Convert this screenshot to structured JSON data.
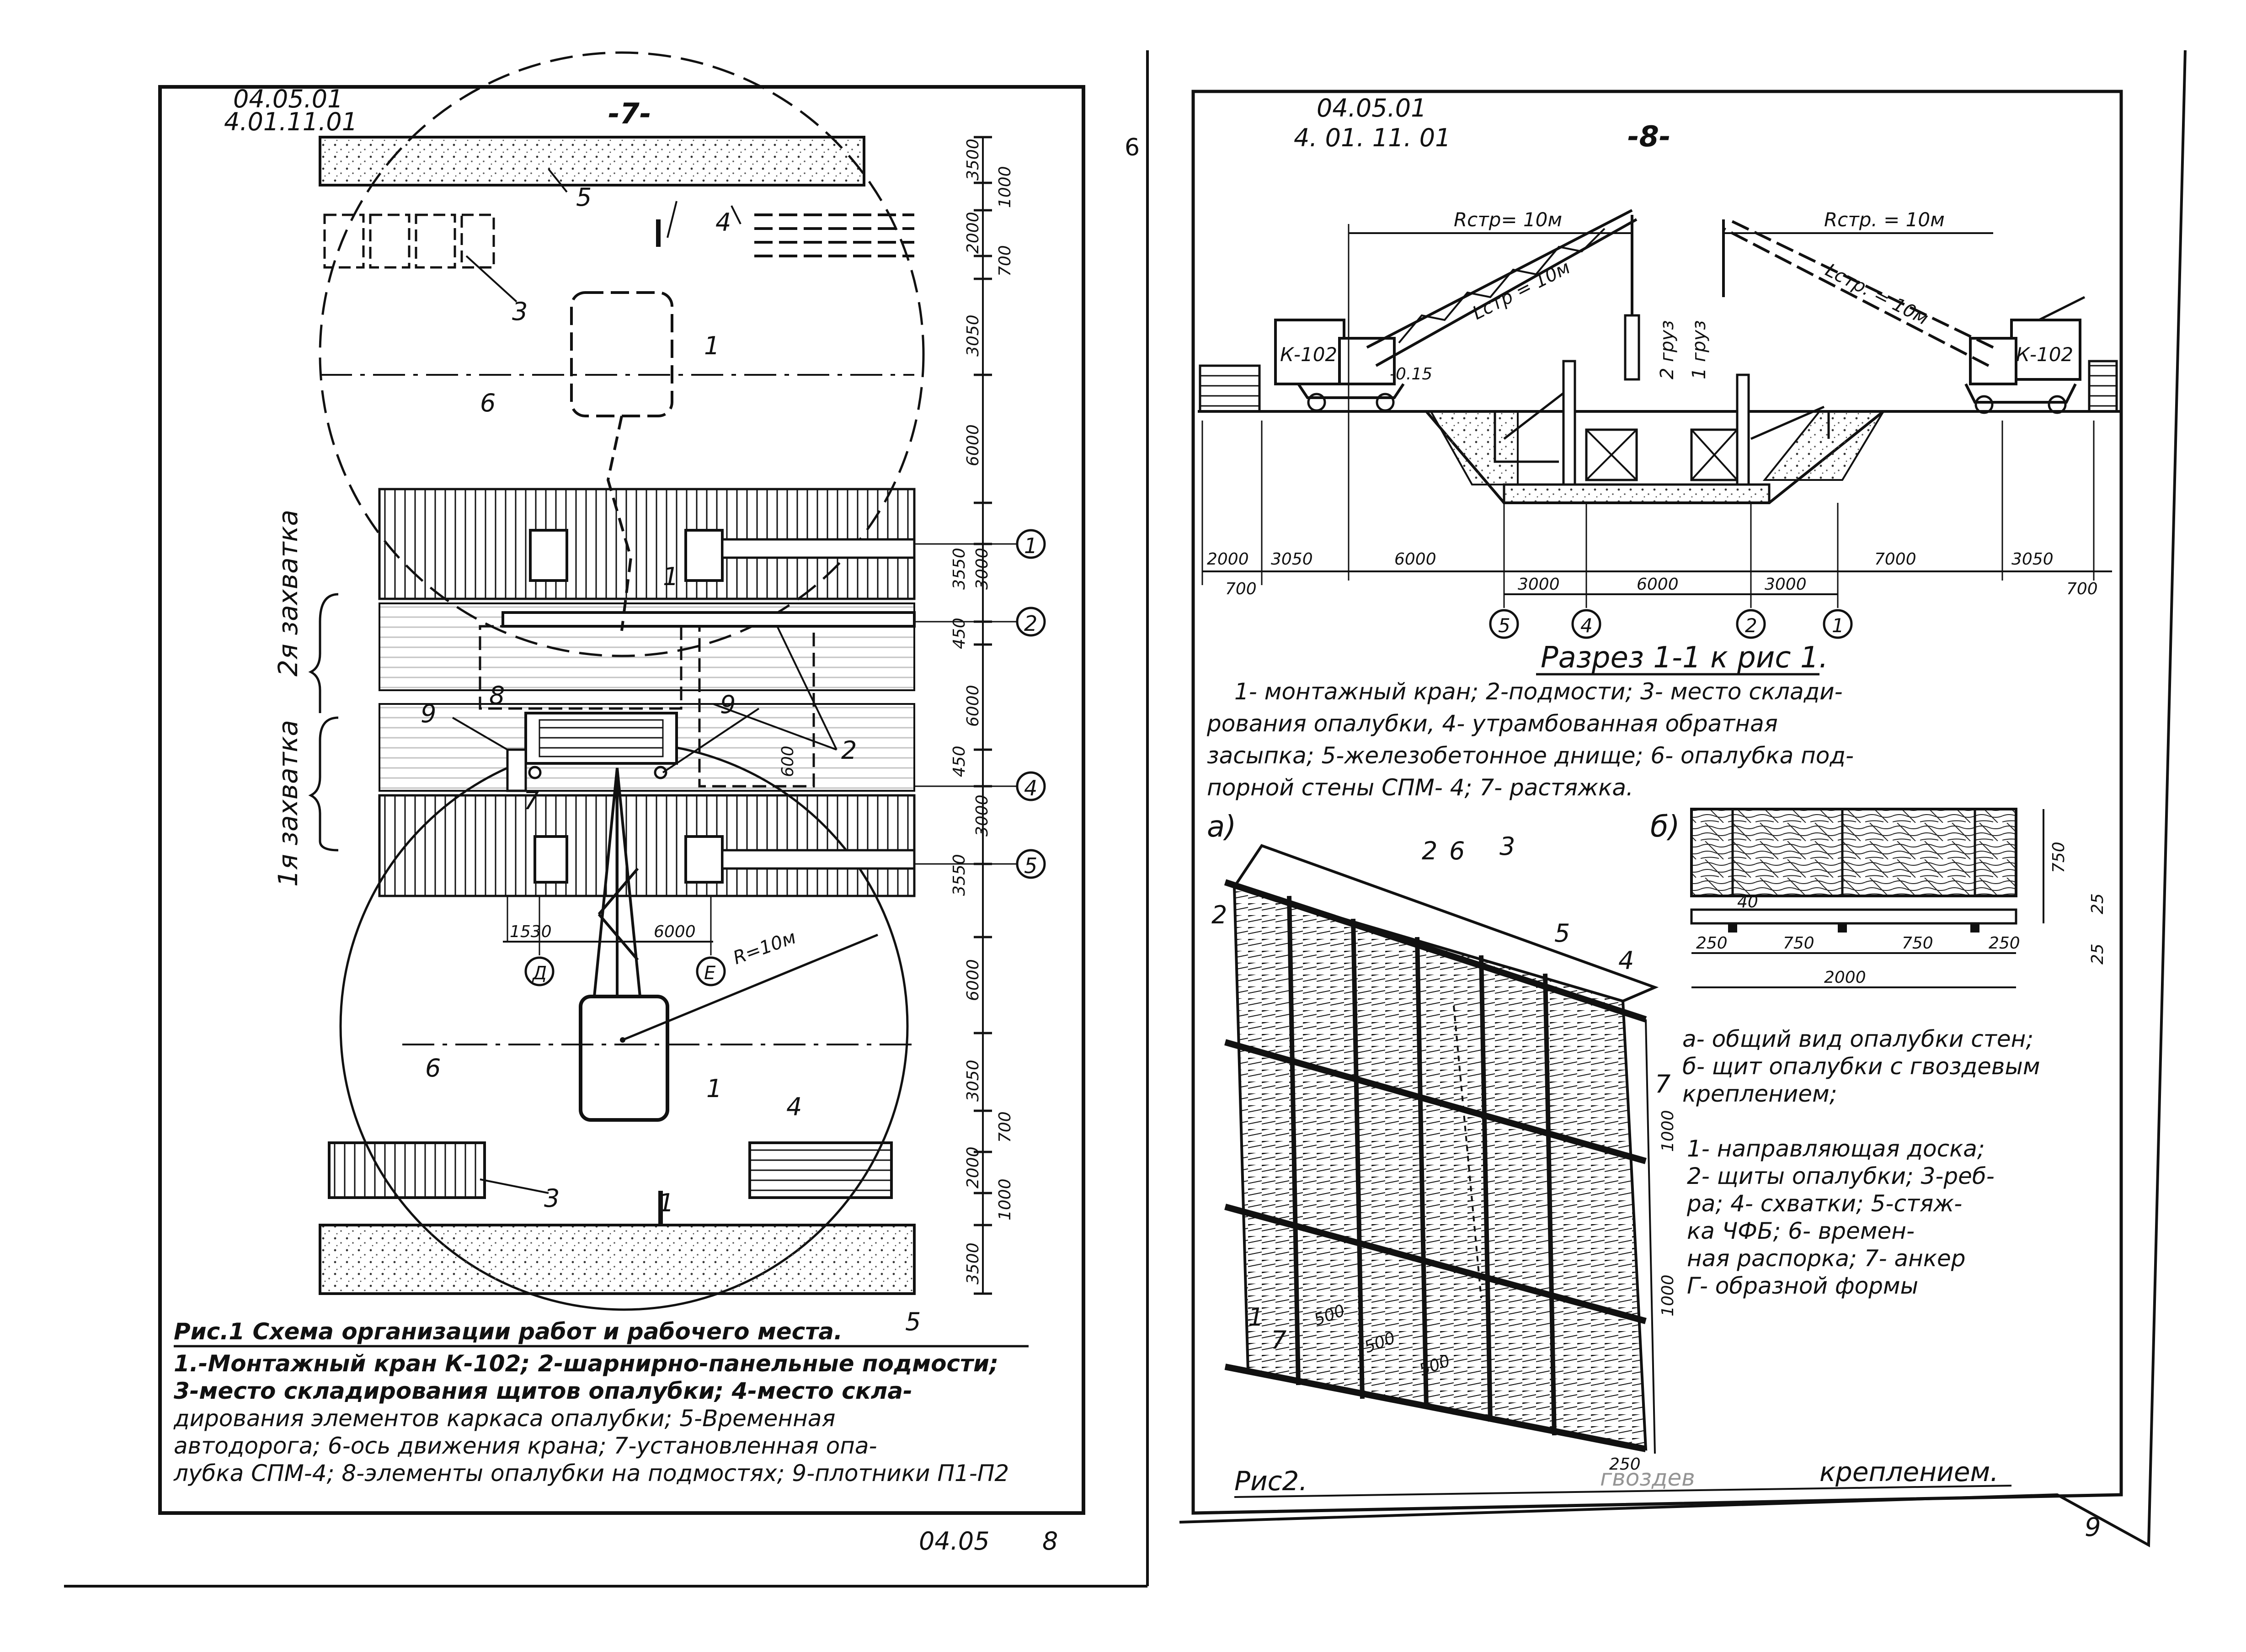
{
  "margin_number": "6",
  "left_page": {
    "code1": "04.05.01",
    "code2": "4.01.11.01",
    "page_no": "-7-",
    "footer_code": "04.05",
    "footer_page": "8",
    "zone2": "2я захватка",
    "zone1": "1я захватка",
    "radius": "R=10м",
    "dims_right": [
      "3500",
      "1000",
      "2000",
      "700",
      "3050",
      "6000",
      "3550",
      "3000",
      "450",
      "6000",
      "450",
      "3000",
      "3550",
      "6000",
      "3050",
      "700",
      "2000",
      "1000",
      "3500"
    ],
    "dims_bottom": [
      "1530",
      "6000"
    ],
    "axes": [
      "1",
      "2",
      "4",
      "5"
    ],
    "axes_bottom": [
      "Д",
      "Е"
    ],
    "small_dim": "600",
    "callouts": [
      "1",
      "1",
      "2",
      "3",
      "3",
      "4",
      "4",
      "5",
      "5",
      "6",
      "6",
      "7",
      "8",
      "9",
      "9",
      "1",
      "1"
    ],
    "caption": [
      "Рис.1 Схема организации работ и рабочего места.",
      "1.-Монтажный кран К-102; 2-шарнирно-панельные подмости;",
      "3-место складирования щитов опалубки; 4-место скла-",
      "дирования элементов каркаса опалубки; 5-Временная",
      "автодорога; 6-ось движения крана; 7-установленная опа-",
      "лубка СПМ-4; 8-элементы опалубки на подмостях; 9-плотники П1-П2"
    ]
  },
  "right_page": {
    "code1": "04.05.01",
    "code2": "4. 01. 11. 01",
    "page_no": "-8-",
    "corner_number": "9",
    "crane_left": "К-102",
    "crane_right": "К-102",
    "r_left": "Rстр= 10м",
    "r_right": "Rстр. = 10м",
    "l_left": "Lстр = 10м",
    "l_right": "Lстр. = 10м",
    "hook1": "2 груз",
    "hook2": "1 груз",
    "level": "-0.15",
    "dims_section": [
      "2000",
      "3050",
      "6000",
      "7000",
      "3050",
      "700",
      "700",
      "3000",
      "6000",
      "3000"
    ],
    "section_axes": [
      "5",
      "4",
      "2",
      "1"
    ],
    "section_title": "Разрез 1-1 к рис 1.",
    "section_caption": [
      "1- монтажный кран; 2-подмости; 3- место склади-",
      "рования опалубки, 4- утрамбованная обратная",
      "засыпка; 5-железобетонное днище; 6- опалубка под-",
      "порной стены СПМ- 4; 7- растяжка."
    ],
    "label_a": "а)",
    "label_b": "б)",
    "panel_dims": [
      "750",
      "25",
      "40",
      "250",
      "750",
      "750",
      "250",
      "25",
      "2000"
    ],
    "formwork_dims": [
      "1000",
      "1000",
      "500",
      "500",
      "500",
      "250"
    ],
    "legend": [
      "а- общий вид опалубки стен;",
      "б- щит опалубки с гвоздевым",
      "креплением;",
      "",
      "1- направляющая доска;",
      "2- щиты опалубки; 3-реб-",
      "ра; 4- схватки; 5-стяж-",
      "ка ЧФБ; 6- времен-",
      "ная распорка; 7- анкер",
      "Г- образной формы"
    ],
    "fig2_caption_left": "Рис2.",
    "fig2_caption_mid": "гвоздев",
    "fig2_caption_right": "креплением."
  }
}
